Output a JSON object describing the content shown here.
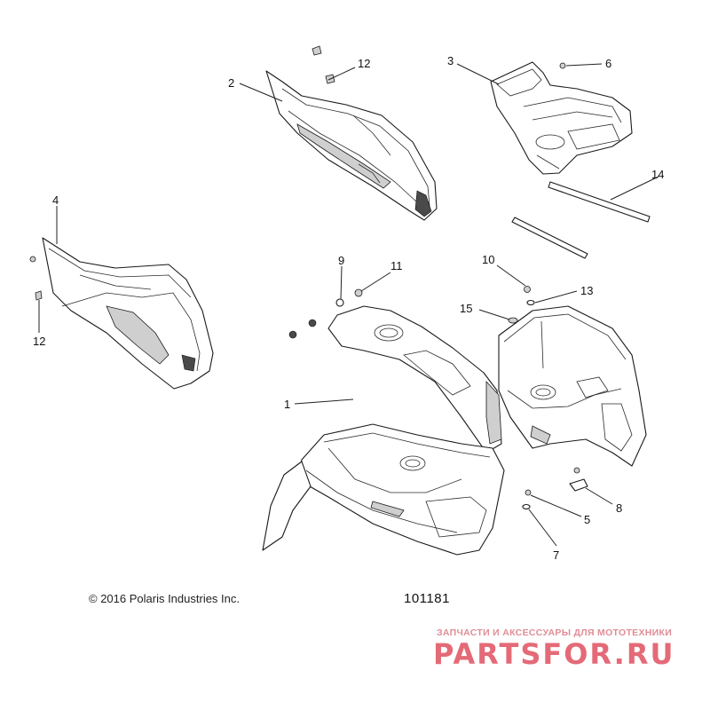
{
  "callouts": [
    {
      "id": "1",
      "label": "1"
    },
    {
      "id": "2",
      "label": "2"
    },
    {
      "id": "3",
      "label": "3"
    },
    {
      "id": "4",
      "label": "4"
    },
    {
      "id": "5",
      "label": "5"
    },
    {
      "id": "6",
      "label": "6"
    },
    {
      "id": "7",
      "label": "7"
    },
    {
      "id": "8",
      "label": "8"
    },
    {
      "id": "9",
      "label": "9"
    },
    {
      "id": "10",
      "label": "10"
    },
    {
      "id": "11",
      "label": "11"
    },
    {
      "id": "12a",
      "label": "12"
    },
    {
      "id": "12b",
      "label": "12"
    },
    {
      "id": "13",
      "label": "13"
    },
    {
      "id": "14",
      "label": "14"
    },
    {
      "id": "15",
      "label": "15"
    }
  ],
  "footer": {
    "copyright": "© 2016 Polaris Industries Inc.",
    "figure_number": "101181"
  },
  "watermark": {
    "tagline": "ЗАПЧАСТИ И АКСЕССУАРЫ ДЛЯ МОТОТЕХНИКИ",
    "logo": "PARTSFOR.RU",
    "color": "#e46a77"
  }
}
